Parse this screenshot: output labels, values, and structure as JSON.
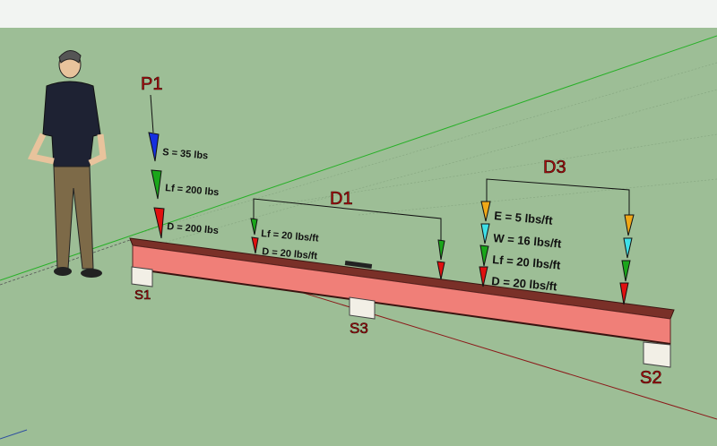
{
  "colors": {
    "sky": "#f2f4f2",
    "ground": "#9dbe96",
    "beam": "#f07f78",
    "beam_edge": "#5a2320",
    "snow": "#1530e0",
    "live": "#1aa61a",
    "dead": "#e01010",
    "earth": "#f0a818",
    "wind": "#3ee0e8"
  },
  "point_load": {
    "label": "P1",
    "loads": [
      "S = 35 lbs",
      "Lf = 200 lbs",
      "D = 200 lbs"
    ]
  },
  "dist_load_1": {
    "label": "D1",
    "loads": [
      "Lf = 20 lbs/ft",
      "D = 20 lbs/ft"
    ]
  },
  "dist_load_3": {
    "label": "D3",
    "loads": [
      "E = 5 lbs/ft",
      "W = 16 lbs/ft",
      "Lf = 20 lbs/ft",
      "D = 20 lbs/ft"
    ]
  },
  "supports": {
    "s1": "S1",
    "s2": "S2",
    "s3": "S3"
  }
}
